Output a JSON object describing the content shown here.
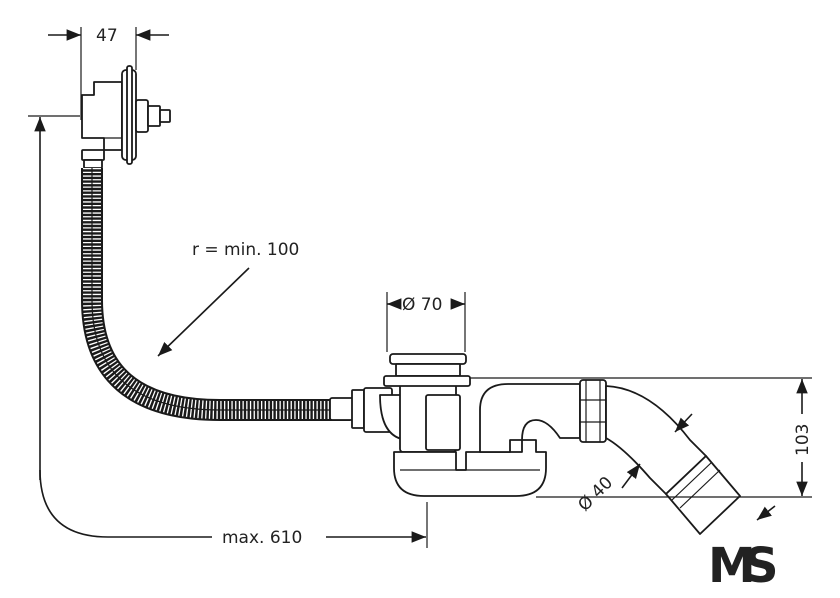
{
  "dimensions": {
    "width_top": "47",
    "bend_radius": "r = min. 100",
    "outlet_diameter": "Ø 70",
    "height": "103",
    "pipe_diameter": "Ø 40",
    "max_length": "max. 610"
  },
  "logo": {
    "text": "MS",
    "color_m": "#c9c9c9",
    "color_s": "#111111"
  },
  "colors": {
    "line": "#1a1a1a",
    "hose_fill": "#3a3a3a",
    "background": "#ffffff"
  }
}
